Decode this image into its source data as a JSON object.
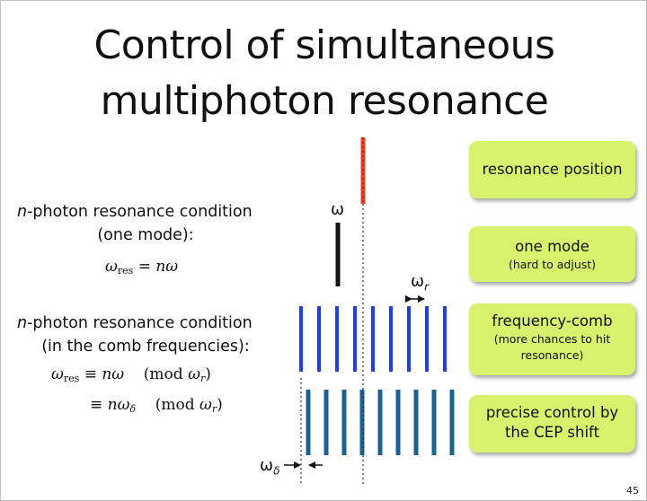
{
  "title": {
    "line1": "Control of simultaneous",
    "line2": "multiphoton resonance"
  },
  "left": {
    "one_mode": {
      "prefix": "n",
      "line1_rest": "-photon resonance condition",
      "line2": "(one mode):"
    },
    "comb": {
      "prefix": "n",
      "line1_rest": "-photon resonance condition",
      "line2": "(in the comb frequencies):"
    }
  },
  "boxes": {
    "resonance": {
      "main": "resonance position"
    },
    "one_mode": {
      "main": "one mode",
      "sub": "(hard to adjust)"
    },
    "freq_comb": {
      "main": "frequency-comb",
      "sub1": "(more chances to hit",
      "sub2": "resonance)"
    },
    "cep": {
      "line1": "precise control by",
      "line2": "the CEP shift"
    }
  },
  "labels": {
    "omega": "ω",
    "omega_r_base": "ω",
    "omega_r_sub": "r",
    "omega_delta_base": "ω",
    "omega_delta_sub": "δ"
  },
  "page_number": "45",
  "colors": {
    "box_fill": "#d7f36e",
    "resonance_line": "#e8411e",
    "comb_blue": "#1f3fe0",
    "comb_steel": "#1d6094"
  }
}
